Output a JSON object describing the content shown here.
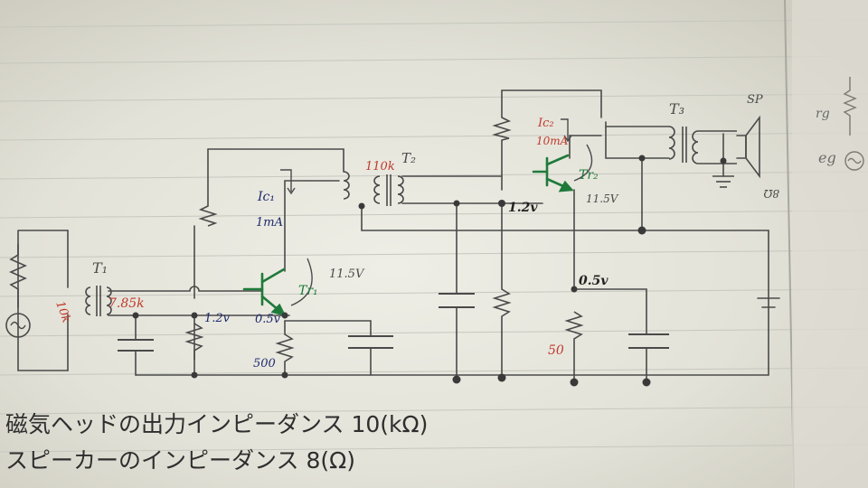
{
  "labels": {
    "t1": "T₁",
    "t1_primary": "10k",
    "t1_secondary": "7.85k",
    "t2": "T₂",
    "t2_primary": "110k",
    "t3": "T₃",
    "sp": "SP",
    "sp_value": "8Ω",
    "ic1": "Ic₁",
    "ic1_value": "1mA",
    "tr1": "Tr₁",
    "tr1_vce": "11.5V",
    "tr1_vb": "1.2v",
    "tr1_ve": "0.5v",
    "r_e1": "500",
    "ic2": "Ic₂",
    "ic2_value": "10mA",
    "tr2": "Tr₂",
    "tr2_vce": "11.5V",
    "tr2_vb": "1.2v",
    "tr2_ve": "0.5v",
    "r_e2": "50",
    "rg": "rg",
    "eg": "eg"
  },
  "notes": [
    "磁気ヘッドの出力インピーダンス 10(kΩ)",
    "スピーカーのインピーダンス  8(Ω)"
  ],
  "colors": {
    "paper": "#e4e3da",
    "ink": "#4a4a4a",
    "red_ink": "#c0392b",
    "blue_ink": "#1e2a6e",
    "green_ink": "#1f7a3a",
    "node": "#3a3a3a"
  }
}
